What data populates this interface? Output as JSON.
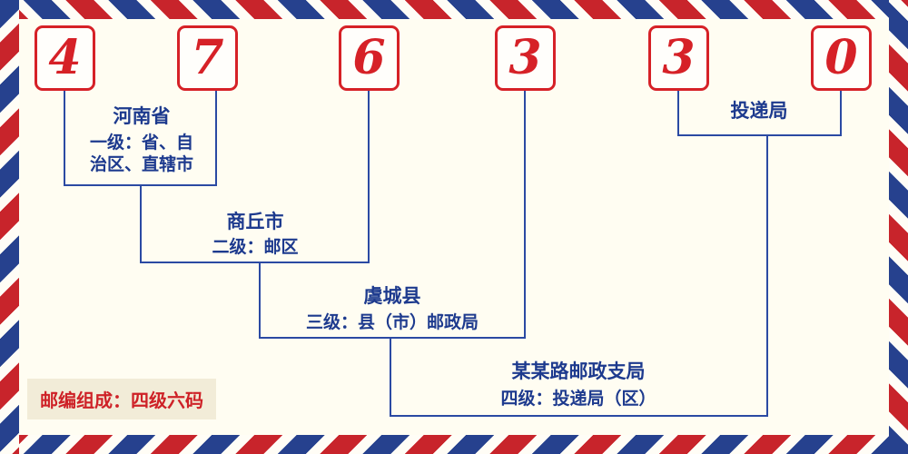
{
  "code": {
    "digits": [
      "4",
      "7",
      "6",
      "3",
      "3",
      "0"
    ]
  },
  "levels": {
    "level1": {
      "name": "河南省",
      "desc_line1": "一级：省、自",
      "desc_line2": "治区、直辖市"
    },
    "level2": {
      "name": "商丘市",
      "desc": "二级：邮区"
    },
    "level3": {
      "name": "虞城县",
      "desc": "三级：县（市）邮政局"
    },
    "level4": {
      "name": "某某路邮政支局",
      "desc": "四级：投递局（区）"
    },
    "delivery": {
      "name": "投递局"
    }
  },
  "footer": {
    "note": "邮编组成：四级六码"
  },
  "colors": {
    "digit_red": "#d62127",
    "border_red": "#c8242b",
    "border_blue": "#26418e",
    "line_blue": "#2b4aa3",
    "text_blue": "#1d3a8e",
    "note_red": "#ce2127",
    "note_background": "#f2ecd8",
    "background": "#fffdf2"
  }
}
